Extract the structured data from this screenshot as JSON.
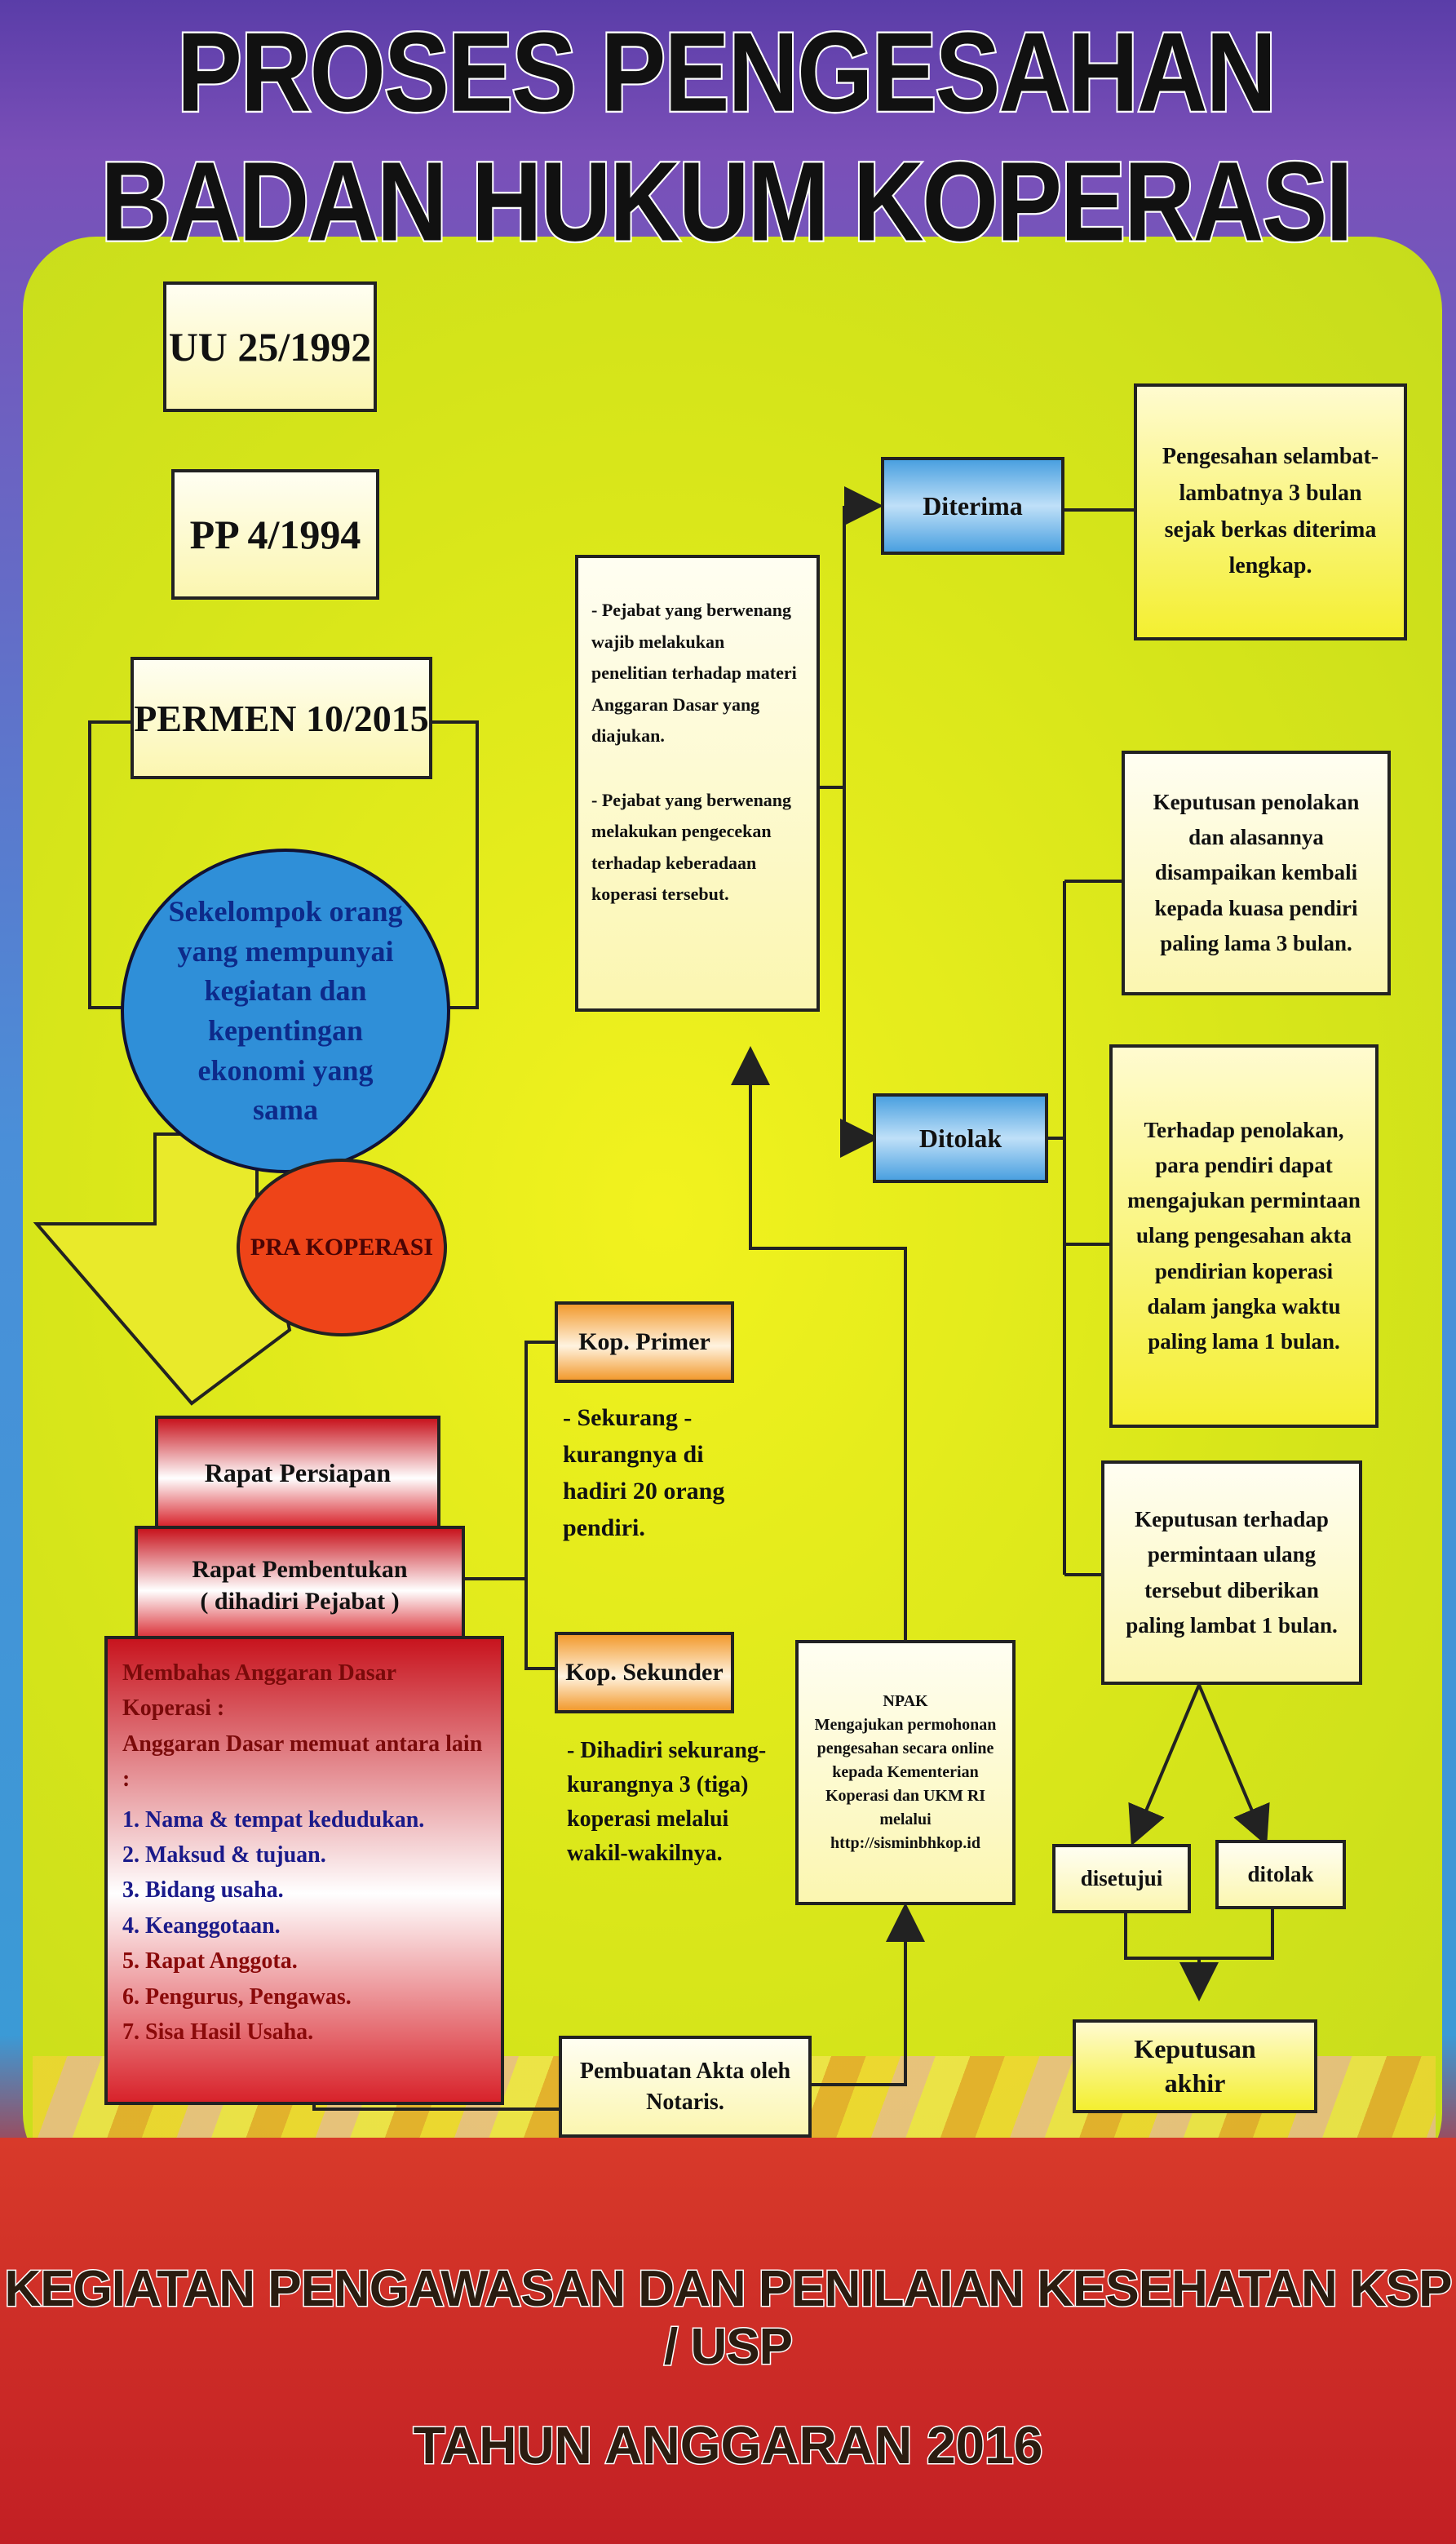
{
  "title": "PROSES PENGESAHAN BADAN HUKUM KOPERASI",
  "legal_bases": [
    "UU 25/1992",
    "PP 4/1994",
    "PERMEN 10/2015"
  ],
  "group_description": "Sekelompok orang yang mempunyai kegiatan dan kepentingan ekonomi yang sama",
  "pra_koperasi": "PRA KOPERASI",
  "rapat_persiapan": "Rapat Persiapan",
  "rapat_pembentukan": {
    "line1": "Rapat Pembentukan",
    "line2": "( dihadiri Pejabat )"
  },
  "anggaran_dasar": {
    "heading1": "Membahas Anggaran Dasar Koperasi :",
    "heading2": "Anggaran Dasar memuat antara lain :",
    "items": [
      "1. Nama & tempat kedudukan.",
      "2. Maksud & tujuan.",
      "3. Bidang usaha.",
      "4. Keanggotaan.",
      "5. Rapat Anggota.",
      "6. Pengurus, Pengawas.",
      "7. Sisa Hasil Usaha."
    ]
  },
  "kop_primer": {
    "label": "Kop. Primer",
    "note": "- Sekurang - kurangnya di hadiri 20 orang pendiri."
  },
  "kop_sekunder": {
    "label": "Kop. Sekunder",
    "note": "- Dihadiri sekurang- kurangnya 3 (tiga) koperasi melalui wakil-wakilnya."
  },
  "akta": "Pembuatan Akta oleh Notaris.",
  "npak": {
    "heading": "NPAK",
    "body": "Mengajukan permohonan pengesahan secara online kepada Kementerian Koperasi dan UKM RI melalui",
    "url": "http://sisminbhkop.id"
  },
  "pejabat": {
    "p1": "- Pejabat yang berwenang wajib melakukan penelitian terhadap materi Anggaran Dasar yang diajukan.",
    "p2": "- Pejabat yang berwenang melakukan pengecekan terhadap keberadaan koperasi tersebut."
  },
  "diterima": "Diterima",
  "pengesahan": "Pengesahan selambat-lambatnya 3 bulan sejak berkas diterima lengkap.",
  "ditolak": "Ditolak",
  "keputusan_penolakan": "Keputusan penolakan dan alasannya disampaikan kembali kepada kuasa pendiri paling lama 3 bulan.",
  "terhadap_penolakan": "Terhadap penolakan, para pendiri dapat mengajukan permintaan ulang pengesahan akta pendirian koperasi dalam jangka waktu paling lama 1 bulan.",
  "keputusan_permintaan": "Keputusan terhadap permintaan ulang tersebut diberikan paling lambat 1 bulan.",
  "disetujui": "disetujui",
  "ditolak_small": "ditolak",
  "keputusan_akhir": "Keputusan akhir",
  "footer1": "KEGIATAN PENGAWASAN DAN PENILAIAN KESEHATAN KSP / USP",
  "footer2": "TAHUN ANGGARAN 2016"
}
